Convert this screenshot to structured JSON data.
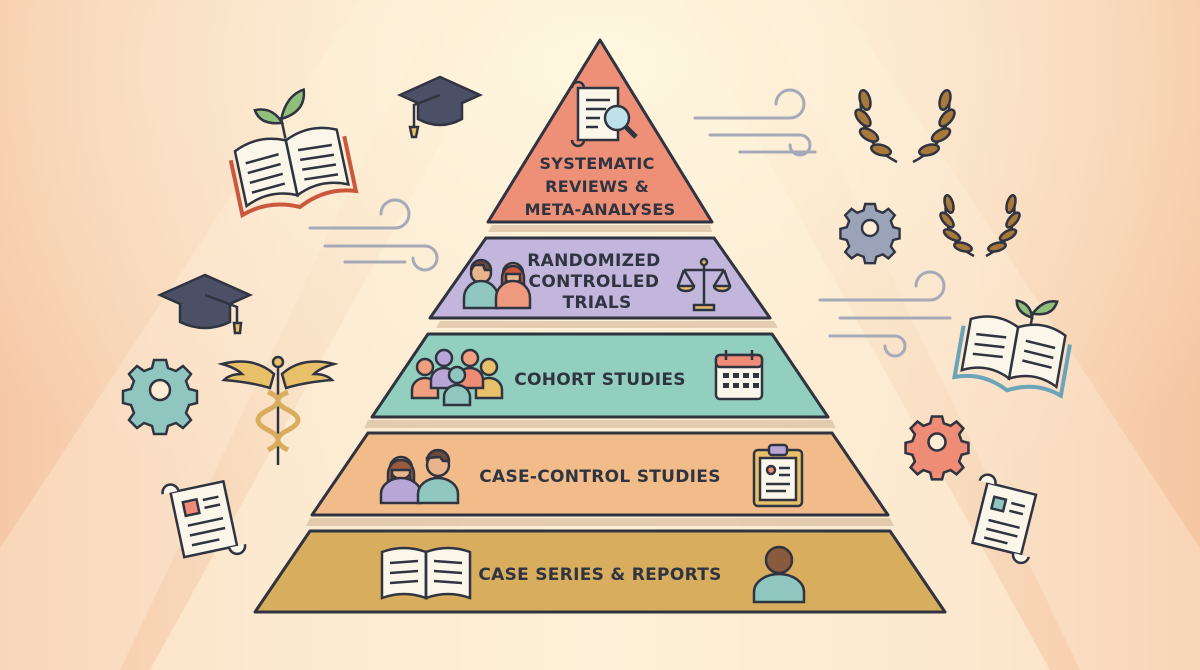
{
  "pyramid": {
    "tiers": [
      {
        "id": "systematic-reviews",
        "lines": [
          "SYSTEMATIC",
          "REVIEWS &",
          "META-ANALYSES"
        ],
        "color": "#ee8f78"
      },
      {
        "id": "randomized-controlled-trials",
        "lines": [
          "RANDOMIZED",
          "CONTROLLED",
          "TRIALS"
        ],
        "color": "#c3b6dc"
      },
      {
        "id": "cohort-studies",
        "lines": [
          "COHORT STUDIES"
        ],
        "color": "#92cfbe"
      },
      {
        "id": "case-control-studies",
        "lines": [
          "CASE-CONTROL STUDIES"
        ],
        "color": "#f2bc8a"
      },
      {
        "id": "case-series-reports",
        "lines": [
          "CASE SERIES & REPORTS"
        ],
        "color": "#d8ae5e"
      }
    ]
  },
  "icons": {
    "tier_icons": [
      "document-magnifier-icon",
      "researchers-icon",
      "scales-icon",
      "group-people-icon",
      "calendar-icon",
      "case-control-people-icon",
      "clipboard-icon",
      "open-notebook-icon",
      "person-icon"
    ],
    "decorations": [
      "open-book-sprout-icon",
      "graduation-cap-icon",
      "laurel-wreath-icon",
      "gear-icon",
      "caduceus-icon",
      "scroll-icon",
      "wind-lines-icon"
    ]
  },
  "colors": {
    "outline": "#2f3440",
    "background_left": "#f6c8a6",
    "background_center": "#fbecd3"
  }
}
